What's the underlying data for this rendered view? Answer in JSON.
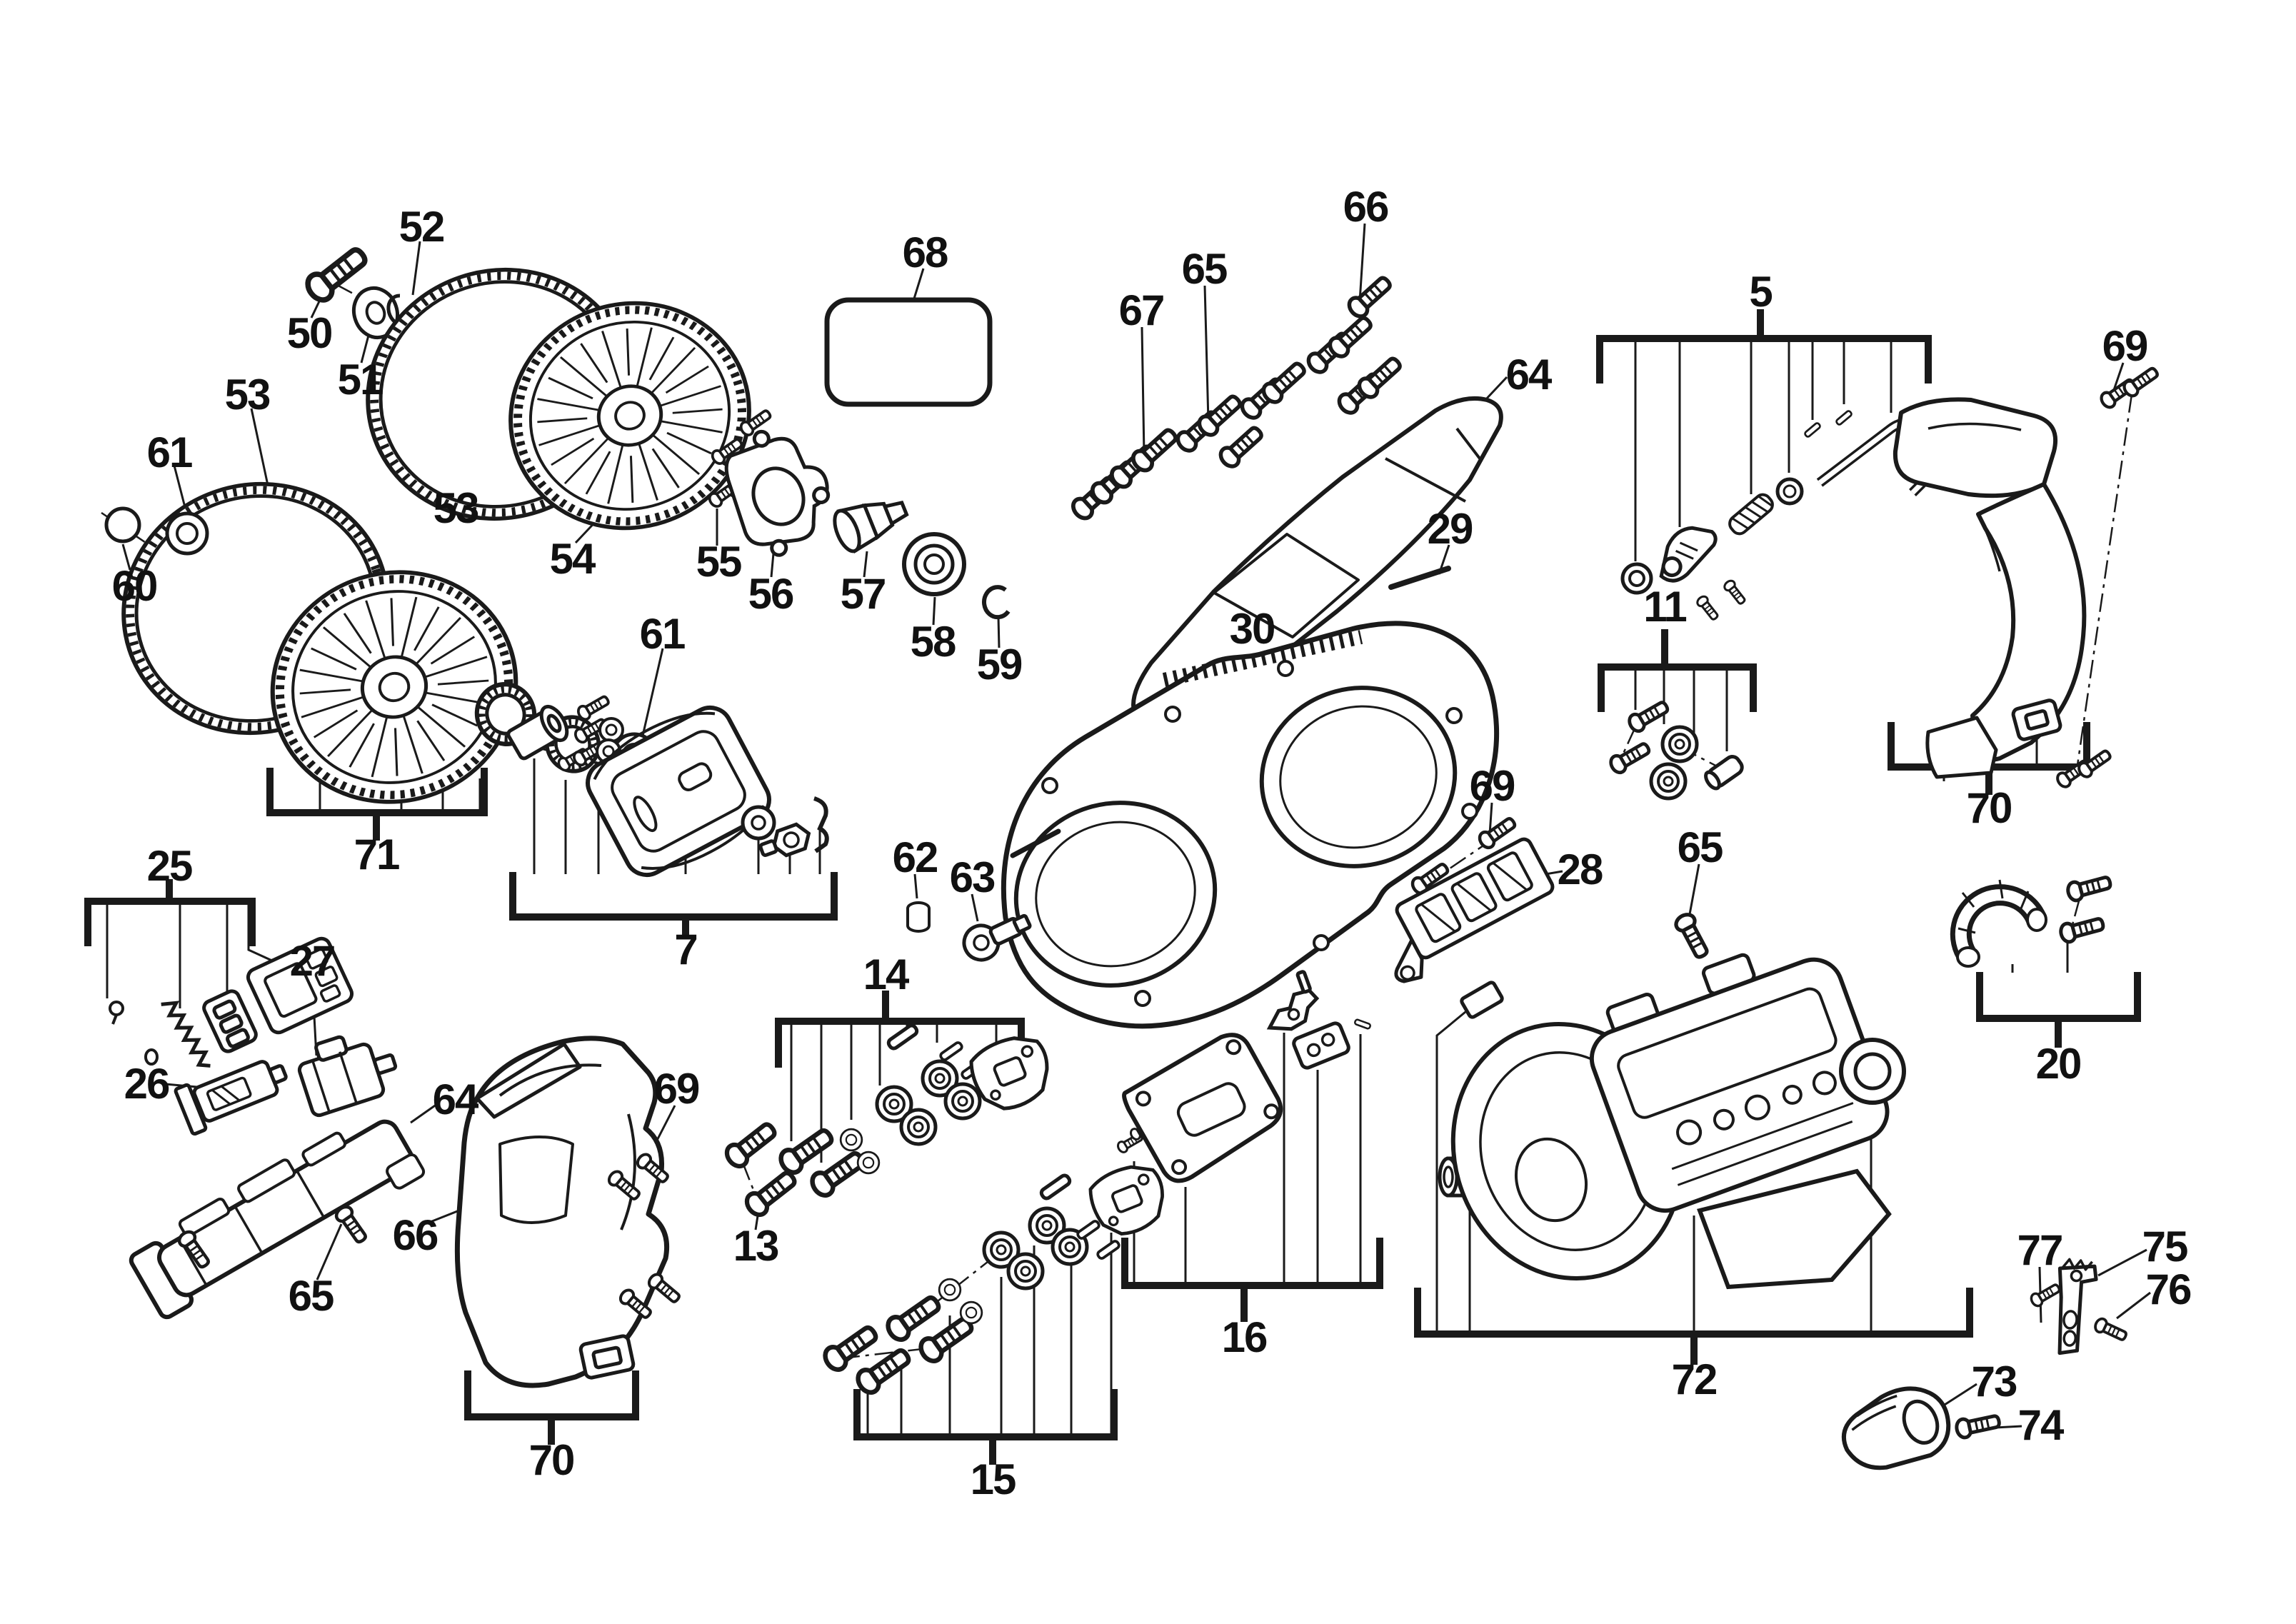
{
  "diagram": {
    "type": "exploded-parts-diagram",
    "description": "Band saw exploded parts view",
    "colors": {
      "background": "#ffffff",
      "line": "#1a1a1a",
      "label": "#111111"
    },
    "labels": [
      {
        "text": "52"
      },
      {
        "text": "50"
      },
      {
        "text": "51"
      },
      {
        "text": "53"
      },
      {
        "text": "61"
      },
      {
        "text": "60"
      },
      {
        "text": "53"
      },
      {
        "text": "54"
      },
      {
        "text": "61"
      },
      {
        "text": "55"
      },
      {
        "text": "56"
      },
      {
        "text": "57"
      },
      {
        "text": "58"
      },
      {
        "text": "59"
      },
      {
        "text": "68"
      },
      {
        "text": "67"
      },
      {
        "text": "65"
      },
      {
        "text": "66"
      },
      {
        "text": "64"
      },
      {
        "text": "29"
      },
      {
        "text": "30"
      },
      {
        "text": "5"
      },
      {
        "text": "69"
      },
      {
        "text": "11"
      },
      {
        "text": "70"
      },
      {
        "text": "71"
      },
      {
        "text": "25"
      },
      {
        "text": "27"
      },
      {
        "text": "26"
      },
      {
        "text": "7"
      },
      {
        "text": "62"
      },
      {
        "text": "63"
      },
      {
        "text": "14"
      },
      {
        "text": "13"
      },
      {
        "text": "15"
      },
      {
        "text": "16"
      },
      {
        "text": "69"
      },
      {
        "text": "28"
      },
      {
        "text": "65"
      },
      {
        "text": "20"
      },
      {
        "text": "64"
      },
      {
        "text": "66"
      },
      {
        "text": "65"
      },
      {
        "text": "69"
      },
      {
        "text": "70"
      },
      {
        "text": "72"
      },
      {
        "text": "77"
      },
      {
        "text": "75"
      },
      {
        "text": "76"
      },
      {
        "text": "73"
      },
      {
        "text": "74"
      }
    ]
  }
}
